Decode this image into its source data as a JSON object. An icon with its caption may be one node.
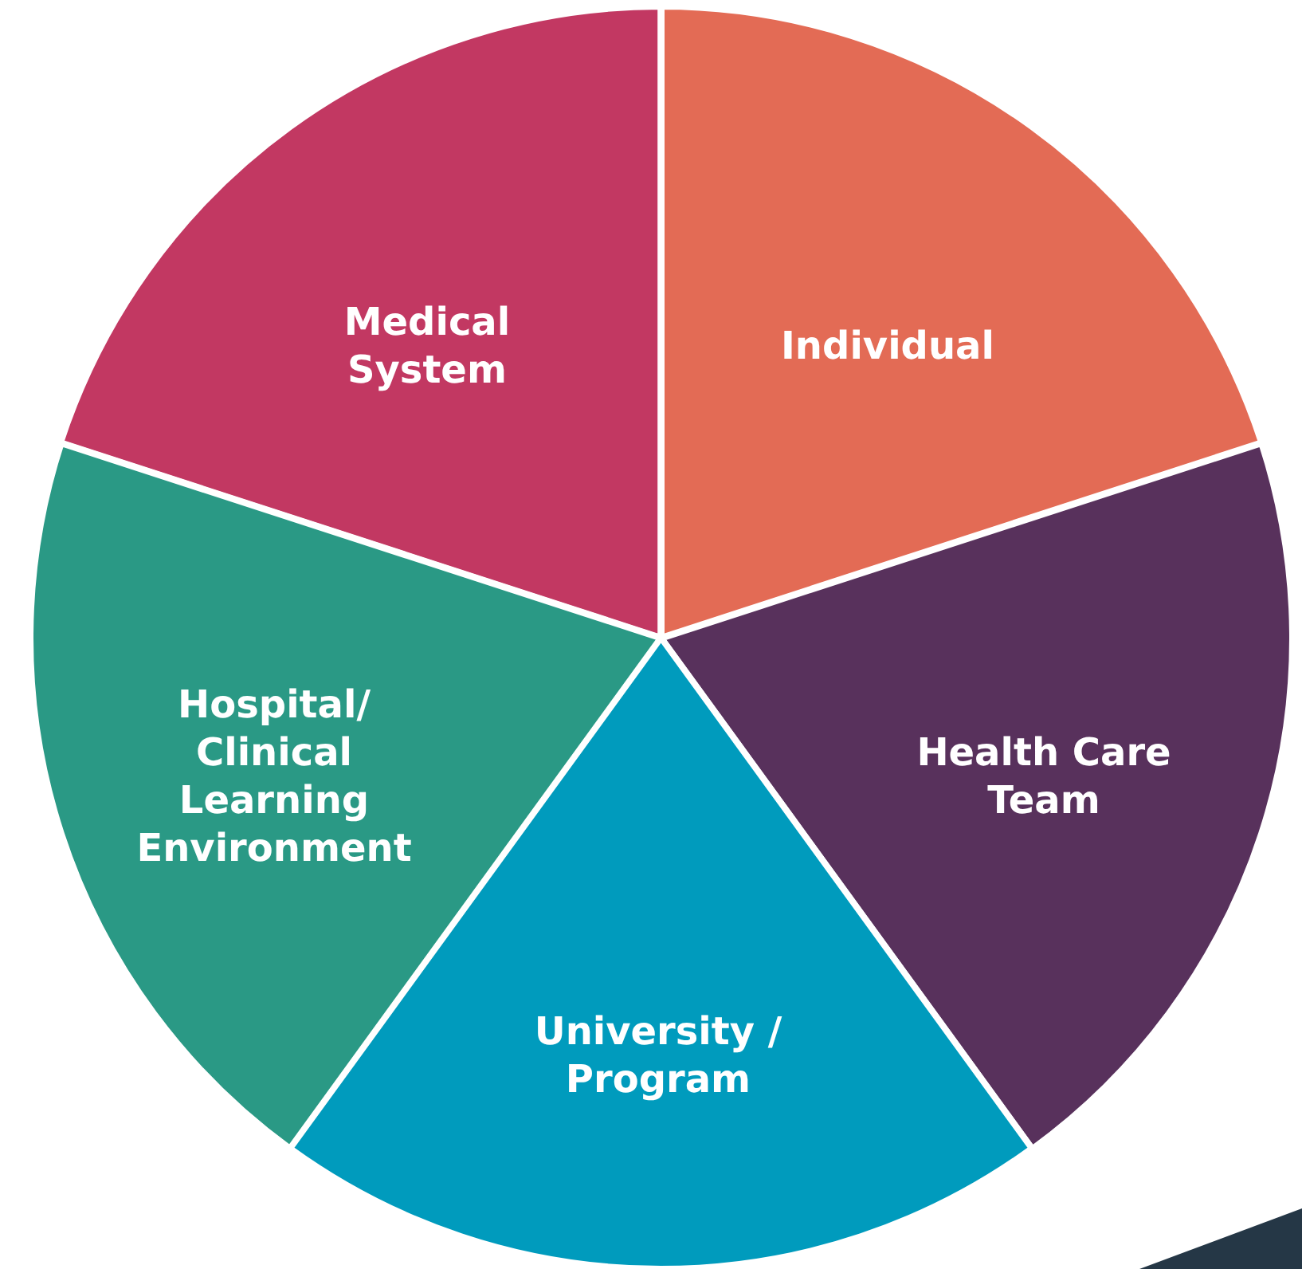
{
  "diagram": {
    "nodes": [
      {
        "text": [
          "Medical System"
        ]
      },
      {
        "text": [
          "Individual"
        ]
      },
      {
        "text": [
          "Hospital/ Clinical Learning Environment"
        ]
      },
      {
        "text": [
          "Health Care Team"
        ]
      },
      {
        "text": [
          "University / Program"
        ]
      }
    ]
  }
}
